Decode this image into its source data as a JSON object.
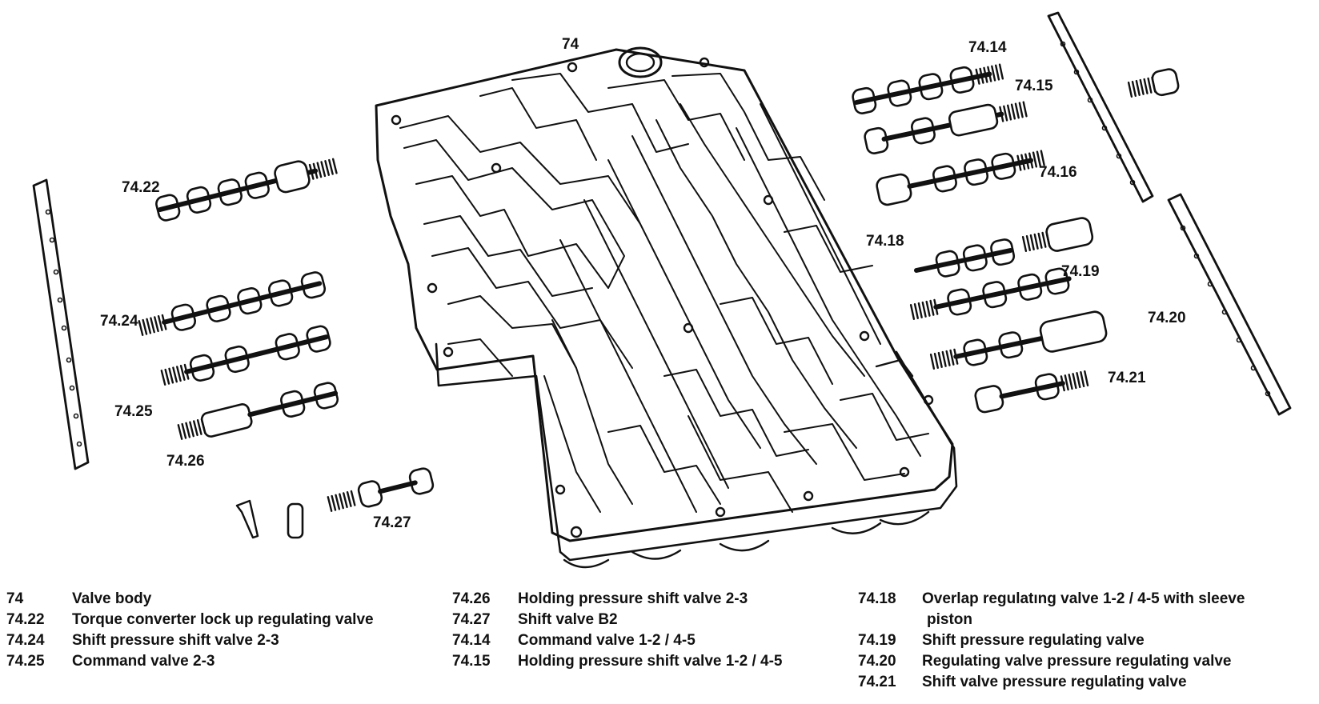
{
  "callouts": {
    "c74": "74",
    "c7414": "74.14",
    "c7415": "74.15",
    "c7416": "74.16",
    "c7418": "74.18",
    "c7419": "74.19",
    "c7420": "74.20",
    "c7421": "74.21",
    "c7422": "74.22",
    "c7424": "74.24",
    "c7425": "74.25",
    "c7426": "74.26",
    "c7427": "74.27"
  },
  "legend": {
    "col1": [
      {
        "code": "74",
        "text": "Valve body"
      },
      {
        "code": "74.22",
        "text": "Torque converter lock up regulating valve"
      },
      {
        "code": "74.24",
        "text": "Shift pressure shift valve 2-3"
      },
      {
        "code": "74.25",
        "text": "Command valve 2-3"
      }
    ],
    "col2": [
      {
        "code": "74.26",
        "text": "Holding pressure shift valve 2-3"
      },
      {
        "code": "74.27",
        "text": "Shift valve B2"
      },
      {
        "code": "74.14",
        "text": "Command valve 1-2 / 4-5"
      },
      {
        "code": "74.15",
        "text": "Holding pressure shift valve 1-2 / 4-5"
      }
    ],
    "col3": [
      {
        "code": "74.18",
        "text": "Overlap regulatıng valve 1-2 / 4-5 with sleeve"
      },
      {
        "code": "",
        "text": "piston"
      },
      {
        "code": "74.19",
        "text": "Shift pressure regulating valve"
      },
      {
        "code": "74.20",
        "text": "Regulating valve pressure regulating valve"
      },
      {
        "code": "74.21",
        "text": "Shift valve pressure regulating valve"
      }
    ]
  }
}
